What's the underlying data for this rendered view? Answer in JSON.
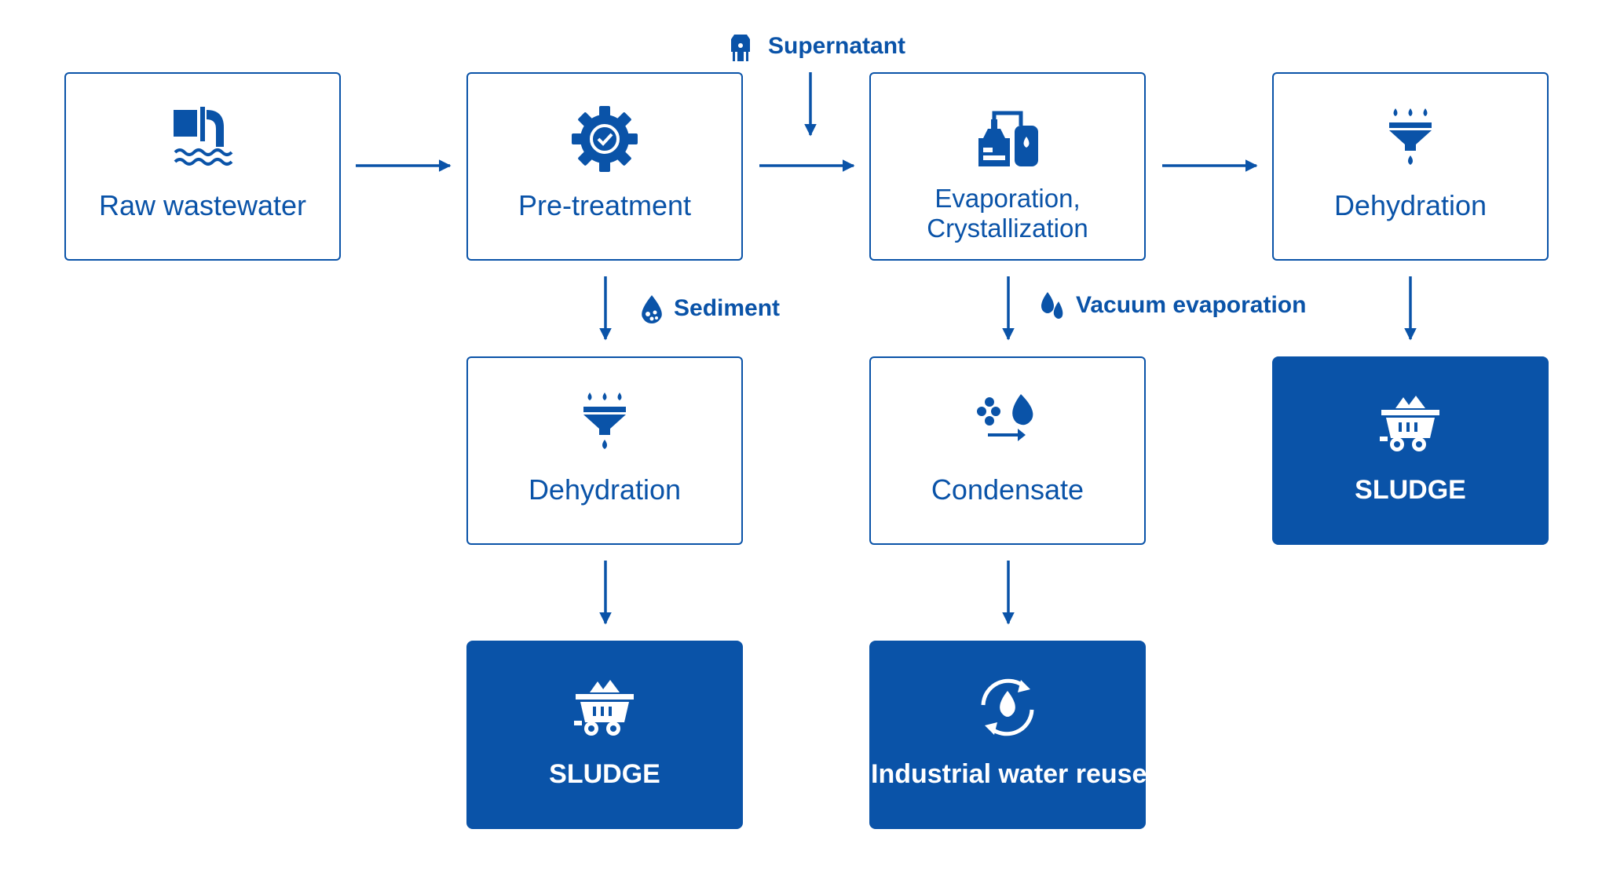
{
  "colors": {
    "primary": "#0a53a8",
    "background": "#ffffff",
    "on_primary": "#ffffff"
  },
  "nodes": {
    "raw_wastewater": {
      "label": "Raw wastewater",
      "icon": "pipe-outflow-icon"
    },
    "pretreatment": {
      "label": "Pre-treatment",
      "icon": "gear-check-icon"
    },
    "evaporation": {
      "label_line1": "Evaporation,",
      "label_line2": "Crystallization",
      "icon": "evaporator-plant-icon"
    },
    "dehydration_top": {
      "label": "Dehydration",
      "icon": "filter-funnel-icon"
    },
    "dehydration_mid": {
      "label": "Dehydration",
      "icon": "filter-funnel-icon"
    },
    "condensate": {
      "label": "Condensate",
      "icon": "condensate-drops-icon"
    },
    "sludge_right": {
      "label": "SLUDGE",
      "icon": "mine-cart-icon"
    },
    "sludge_bottom": {
      "label": "SLUDGE",
      "icon": "mine-cart-icon"
    },
    "water_reuse": {
      "label": "Industrial water reuse",
      "icon": "water-recycle-icon"
    }
  },
  "edge_labels": {
    "supernatant": {
      "text": "Supernatant",
      "icon": "water-tower-icon"
    },
    "sediment": {
      "text": "Sediment",
      "icon": "sediment-drop-icon"
    },
    "vacuum": {
      "text": "Vacuum evaporation",
      "icon": "water-drops-icon"
    }
  }
}
